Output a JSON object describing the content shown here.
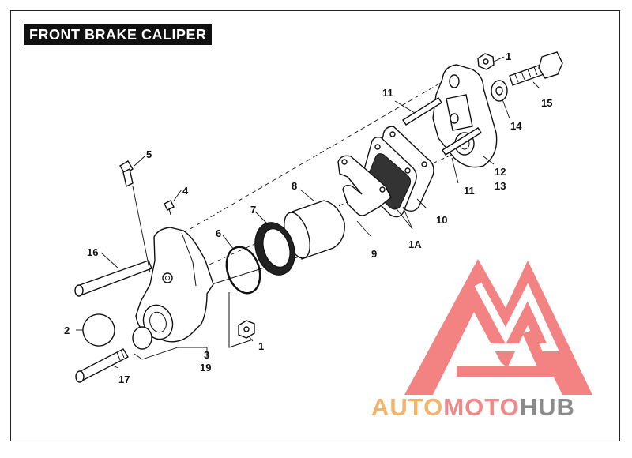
{
  "title": "FRONT BRAKE CALIPER",
  "labels": {
    "p1a": "1",
    "p1b": "1",
    "p1A": "1A",
    "p2": "2",
    "p3": "3",
    "p4": "4",
    "p5": "5",
    "p6": "6",
    "p7": "7",
    "p8": "8",
    "p9": "9",
    "p10": "10",
    "p11a": "11",
    "p11b": "11",
    "p12": "12",
    "p13": "13",
    "p14": "14",
    "p15": "15",
    "p16": "16",
    "p17": "17",
    "p19": "19"
  },
  "watermark": {
    "part1": "AUTO",
    "part2": "MOTO",
    "part3": "HUB",
    "colors": {
      "auto": "#f2b36b",
      "moto": "#f08a8a",
      "hub": "#8b8b8b",
      "logo": "#f26d6d"
    }
  }
}
